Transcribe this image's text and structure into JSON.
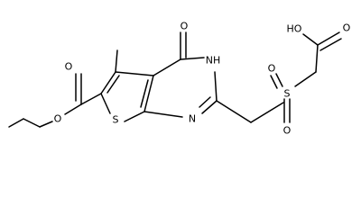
{
  "molecule": {
    "atom_labels": {
      "ester_carbonyl_o": "O",
      "ester_o": "O",
      "ring_s": "S",
      "keto_o": "O",
      "nh": "NH",
      "ring_n": "N",
      "sulfonyl_s": "S",
      "sulfonyl_o_top": "O",
      "sulfonyl_o_bottom": "O",
      "acid_oh": "HO",
      "acid_carbonyl_o": "O"
    }
  }
}
